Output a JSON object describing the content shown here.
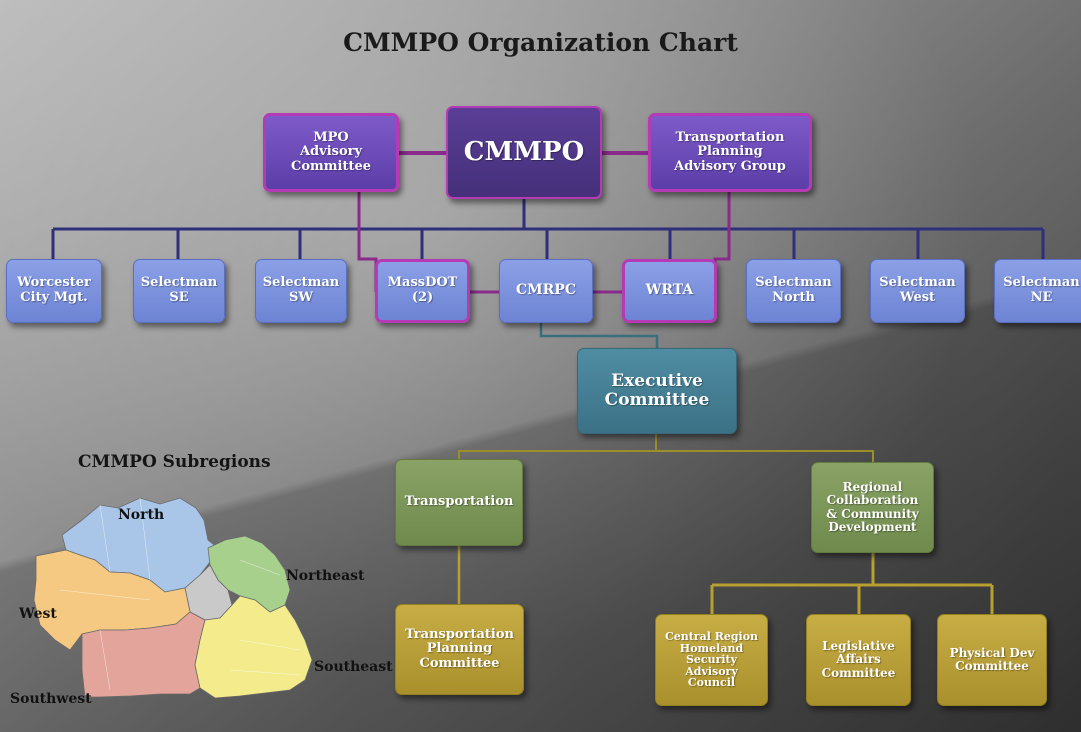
{
  "title": "CMMPO Organization Chart",
  "top": {
    "advisory": "MPO\nAdvisory\nCommittee",
    "cmmpo": "CMMPO",
    "tpag": "Transportation\nPlanning\nAdvisory Group"
  },
  "members": [
    {
      "id": "worcester",
      "label": "Worcester\nCity Mgt."
    },
    {
      "id": "se",
      "label": "Selectman\nSE"
    },
    {
      "id": "sw",
      "label": "Selectman\nSW"
    },
    {
      "id": "massdot",
      "label": "MassDOT\n(2)"
    },
    {
      "id": "cmrpc",
      "label": "CMRPC"
    },
    {
      "id": "wrta",
      "label": "WRTA"
    },
    {
      "id": "north",
      "label": "Selectman\nNorth"
    },
    {
      "id": "west",
      "label": "Selectman\nWest"
    },
    {
      "id": "ne",
      "label": "Selectman\nNE"
    }
  ],
  "executive": "Executive\nCommittee",
  "transportation": "Transportation",
  "regional": "Regional\nCollaboration\n& Community\nDevelopment",
  "tpc": "Transportation\nPlanning\nCommittee",
  "subcommittees": [
    {
      "id": "homeland",
      "label": "Central Region\nHomeland\nSecurity\nAdvisory\nCouncil"
    },
    {
      "id": "legislative",
      "label": "Legislative\nAffairs\nCommittee"
    },
    {
      "id": "physical",
      "label": "Physical Dev\nCommittee"
    }
  ],
  "map": {
    "title": "CMMPO Subregions",
    "regions": [
      {
        "name": "North",
        "color": "#a9c5e8"
      },
      {
        "name": "Northeast",
        "color": "#a8d08d"
      },
      {
        "name": "West",
        "color": "#f6c982"
      },
      {
        "name": "Southeast",
        "color": "#f3eb8c"
      },
      {
        "name": "Southwest",
        "color": "#e3a49b"
      }
    ],
    "center_color": "#c9c9c9"
  },
  "colors": {
    "purple_line": "#8a2a8a",
    "navy_line": "#2f2f7a",
    "teal_line": "#3a6e78",
    "olive_line": "#9a8f2a"
  }
}
